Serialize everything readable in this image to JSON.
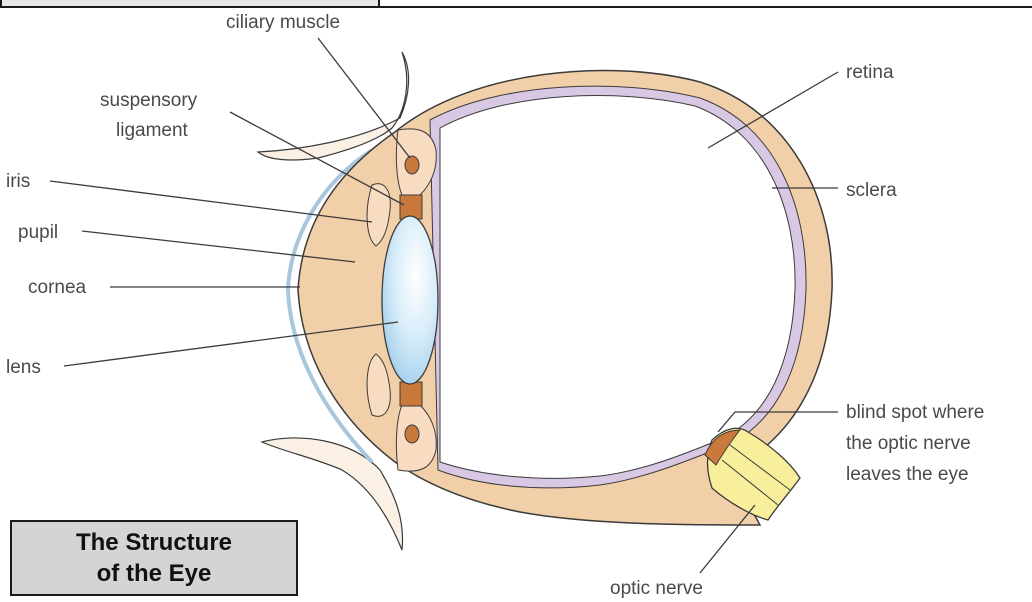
{
  "labels": {
    "ciliary_muscle": "ciliary muscle",
    "suspensory_1": "suspensory",
    "suspensory_2": "ligament",
    "iris": "iris",
    "pupil": "pupil",
    "cornea": "cornea",
    "lens": "lens",
    "retina": "retina",
    "sclera": "sclera",
    "blind_1": "blind spot where",
    "blind_2": "the optic nerve",
    "blind_3": "leaves the eye",
    "optic_nerve": "optic nerve"
  },
  "title": {
    "line1": "The Structure",
    "line2": "of the Eye"
  },
  "colors": {
    "sclera": "#f1cfa8",
    "retina": "#d7c5e0",
    "lens": "#c7e4f6",
    "cornea_line": "#a8c7dc",
    "muscle": "#c9793c",
    "skin": "#fcefe2",
    "optic_nerve": "#f7ef9c"
  }
}
